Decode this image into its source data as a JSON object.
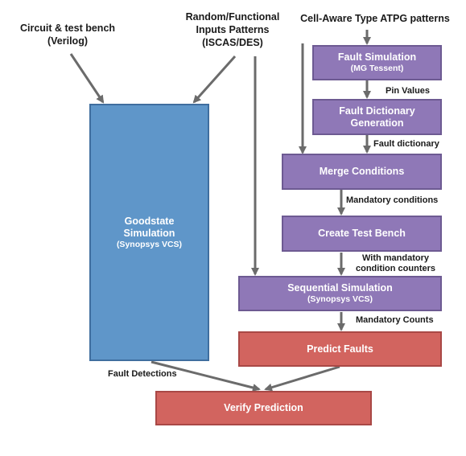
{
  "inputs": {
    "circuit": [
      "Circuit & test bench",
      "(Verilog)"
    ],
    "random": [
      "Random/Functional",
      "Inputs Patterns",
      "(ISCAS/DES)"
    ],
    "cell_aware": "Cell-Aware Type ATPG patterns"
  },
  "boxes": {
    "fault_sim": {
      "title": "Fault Simulation",
      "sub": "(MG Tessent)"
    },
    "fault_dict": {
      "title1": "Fault Dictionary",
      "title2": "Generation"
    },
    "merge": {
      "title": "Merge Conditions"
    },
    "create_tb": {
      "title": "Create Test Bench"
    },
    "seq_sim": {
      "title": "Sequential Simulation",
      "sub": "(Synopsys VCS)"
    },
    "predict": {
      "title": "Predict Faults"
    },
    "verify": {
      "title": "Verify Prediction"
    },
    "goodstate": {
      "title1": "Goodstate",
      "title2": "Simulation",
      "sub": "(Synopsys VCS)"
    }
  },
  "edge_labels": {
    "pin_values": "Pin Values",
    "fault_dictionary": "Fault dictionary",
    "mandatory_conditions": "Mandatory conditions",
    "with_mandatory_1": "With mandatory",
    "with_mandatory_2": "condition counters",
    "mandatory_counts": "Mandatory Counts",
    "fault_detections": "Fault Detections"
  },
  "colors": {
    "purple": "#8f78b7",
    "red": "#d2645f",
    "blue": "#5f96c9",
    "arrow": "#6b6b6b"
  }
}
